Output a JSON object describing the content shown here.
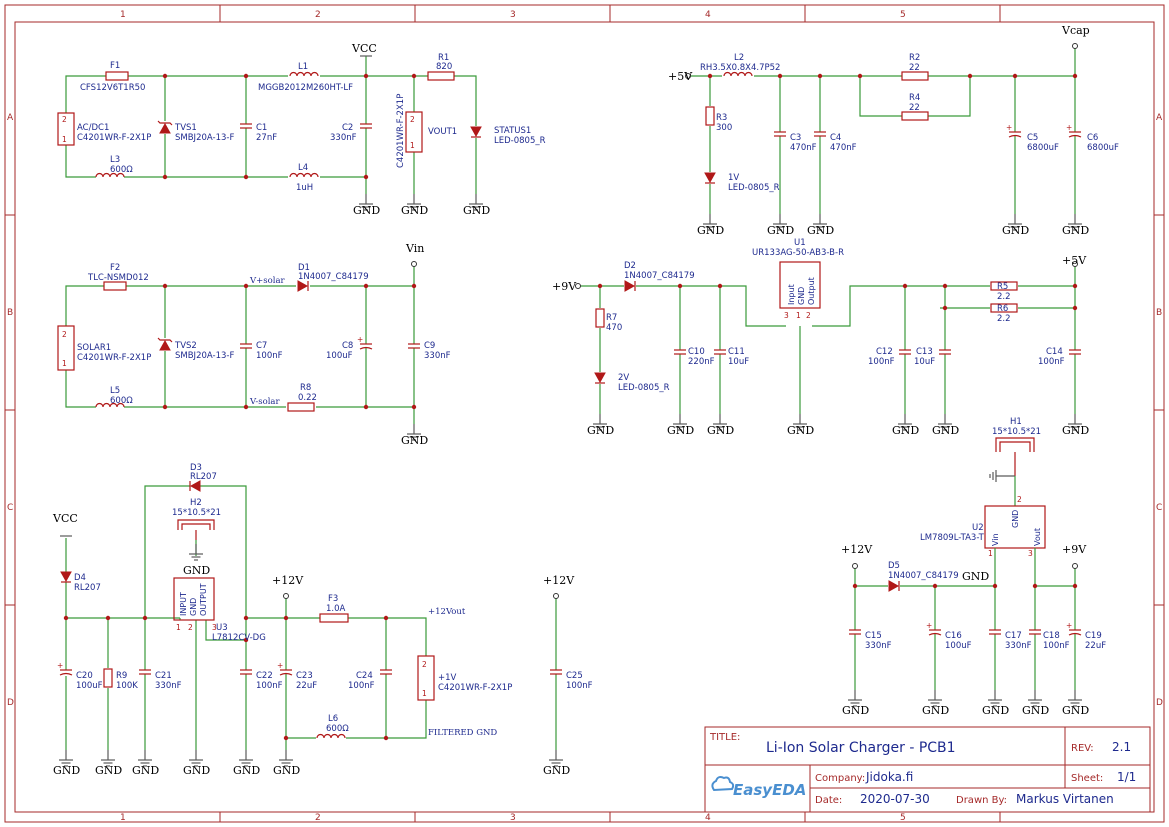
{
  "frame": {
    "columns": [
      "1",
      "2",
      "3",
      "4",
      "5"
    ],
    "rows": [
      "A",
      "B",
      "C",
      "D"
    ]
  },
  "title_block": {
    "title_label": "TITLE:",
    "title": "Li-Ion Solar Charger - PCB1",
    "rev_label": "REV:",
    "rev": "2.1",
    "company_label": "Company:",
    "company": "Jidoka.fi",
    "sheet_label": "Sheet:",
    "sheet": "1/1",
    "date_label": "Date:",
    "date": "2020-07-30",
    "drawn_label": "Drawn By:",
    "drawn_by": "Markus Virtanen",
    "logo": "EasyEDA"
  },
  "nets": {
    "vcc": "VCC",
    "vcap": "Vcap",
    "vin": "Vin",
    "p5v": "+5V",
    "p9v": "+9V",
    "p12v": "+12V",
    "gnd": "GND",
    "v_plus_solar": "V+solar",
    "v_minus_solar": "V-solar",
    "p12vout": "+12Vout",
    "filtered_gnd": "FILTERED GND"
  },
  "components": {
    "F1": {
      "ref": "F1",
      "val": "CFS12V6T1R50"
    },
    "L1": {
      "ref": "L1",
      "val": "MGGB2012M260HT-LF"
    },
    "R1": {
      "ref": "R1",
      "val": "820"
    },
    "ACDC1": {
      "ref": "AC/DC1",
      "val": "C4201WR-F-2X1P"
    },
    "TVS1": {
      "ref": "TVS1",
      "val": "SMBJ20A-13-F"
    },
    "C1": {
      "ref": "C1",
      "val": "27nF"
    },
    "C2": {
      "ref": "C2",
      "val": "330nF"
    },
    "VOUT1": {
      "ref": "VOUT1",
      "val": "C4201WR-F-2X1P"
    },
    "STATUS1": {
      "ref": "STATUS1",
      "val": "LED-0805_R"
    },
    "L3": {
      "ref": "L3",
      "val": "600Ω"
    },
    "L4": {
      "ref": "L4",
      "val": "1uH"
    },
    "L2": {
      "ref": "L2",
      "val": "RH3.5X0.8X4.7P52"
    },
    "R2": {
      "ref": "R2",
      "val": "22"
    },
    "R4": {
      "ref": "R4",
      "val": "22"
    },
    "R3": {
      "ref": "R3",
      "val": "300"
    },
    "C3": {
      "ref": "C3",
      "val": "470nF"
    },
    "C4": {
      "ref": "C4",
      "val": "470nF"
    },
    "C5": {
      "ref": "C5",
      "val": "6800uF"
    },
    "C6": {
      "ref": "C6",
      "val": "6800uF"
    },
    "LED1V": {
      "ref": "1V",
      "val": "LED-0805_R"
    },
    "F2": {
      "ref": "F2",
      "val": "TLC-NSMD012"
    },
    "D1": {
      "ref": "D1",
      "val": "1N4007_C84179"
    },
    "SOLAR1": {
      "ref": "SOLAR1",
      "val": "C4201WR-F-2X1P"
    },
    "TVS2": {
      "ref": "TVS2",
      "val": "SMBJ20A-13-F"
    },
    "C7": {
      "ref": "C7",
      "val": "100nF"
    },
    "C8": {
      "ref": "C8",
      "val": "100uF"
    },
    "C9": {
      "ref": "C9",
      "val": "330nF"
    },
    "L5": {
      "ref": "L5",
      "val": "600Ω"
    },
    "R8": {
      "ref": "R8",
      "val": "0.22"
    },
    "U1": {
      "ref": "U1",
      "val": "UR133AG-50-AB3-B-R"
    },
    "D2": {
      "ref": "D2",
      "val": "1N4007_C84179"
    },
    "R7": {
      "ref": "R7",
      "val": "470"
    },
    "LED2V": {
      "ref": "2V",
      "val": "LED-0805_R"
    },
    "C10": {
      "ref": "C10",
      "val": "220nF"
    },
    "C11": {
      "ref": "C11",
      "val": "10uF"
    },
    "R5": {
      "ref": "R5",
      "val": "2.2"
    },
    "R6": {
      "ref": "R6",
      "val": "2.2"
    },
    "C12": {
      "ref": "C12",
      "val": "100nF"
    },
    "C13": {
      "ref": "C13",
      "val": "10uF"
    },
    "C14": {
      "ref": "C14",
      "val": "100nF"
    },
    "D3": {
      "ref": "D3",
      "val": "RL207"
    },
    "H2": {
      "ref": "H2",
      "val": "15*10.5*21"
    },
    "D4": {
      "ref": "D4",
      "val": "RL207"
    },
    "U3": {
      "ref": "U3",
      "val": "L7812CV-DG"
    },
    "F3": {
      "ref": "F3",
      "val": "1.0A"
    },
    "C20": {
      "ref": "C20",
      "val": "100uF"
    },
    "R9": {
      "ref": "R9",
      "val": "100K"
    },
    "C21": {
      "ref": "C21",
      "val": "330nF"
    },
    "C22": {
      "ref": "C22",
      "val": "100nF"
    },
    "C23": {
      "ref": "C23",
      "val": "22uF"
    },
    "C24": {
      "ref": "C24",
      "val": "100nF"
    },
    "J1V": {
      "ref": "+1V",
      "val": "C4201WR-F-2X1P"
    },
    "L6": {
      "ref": "L6",
      "val": "600Ω"
    },
    "C25": {
      "ref": "C25",
      "val": "100nF"
    },
    "H1": {
      "ref": "H1",
      "val": "15*10.5*21"
    },
    "U2": {
      "ref": "U2",
      "val": "LM7809L-TA3-T"
    },
    "D5": {
      "ref": "D5",
      "val": "1N4007_C84179"
    },
    "C15": {
      "ref": "C15",
      "val": "330nF"
    },
    "C16": {
      "ref": "C16",
      "val": "100uF"
    },
    "C17": {
      "ref": "C17",
      "val": "330nF"
    },
    "C18": {
      "ref": "C18",
      "val": "100nF"
    },
    "C19": {
      "ref": "C19",
      "val": "22uF"
    }
  },
  "pins": {
    "input": "Input",
    "gnd_small": "GND",
    "output": "Output",
    "input_caps": "INPUT",
    "output_caps": "OUTPUT",
    "vin": "Vin",
    "vout": "Vout",
    "p1": "1",
    "p2": "2",
    "p3": "3"
  }
}
